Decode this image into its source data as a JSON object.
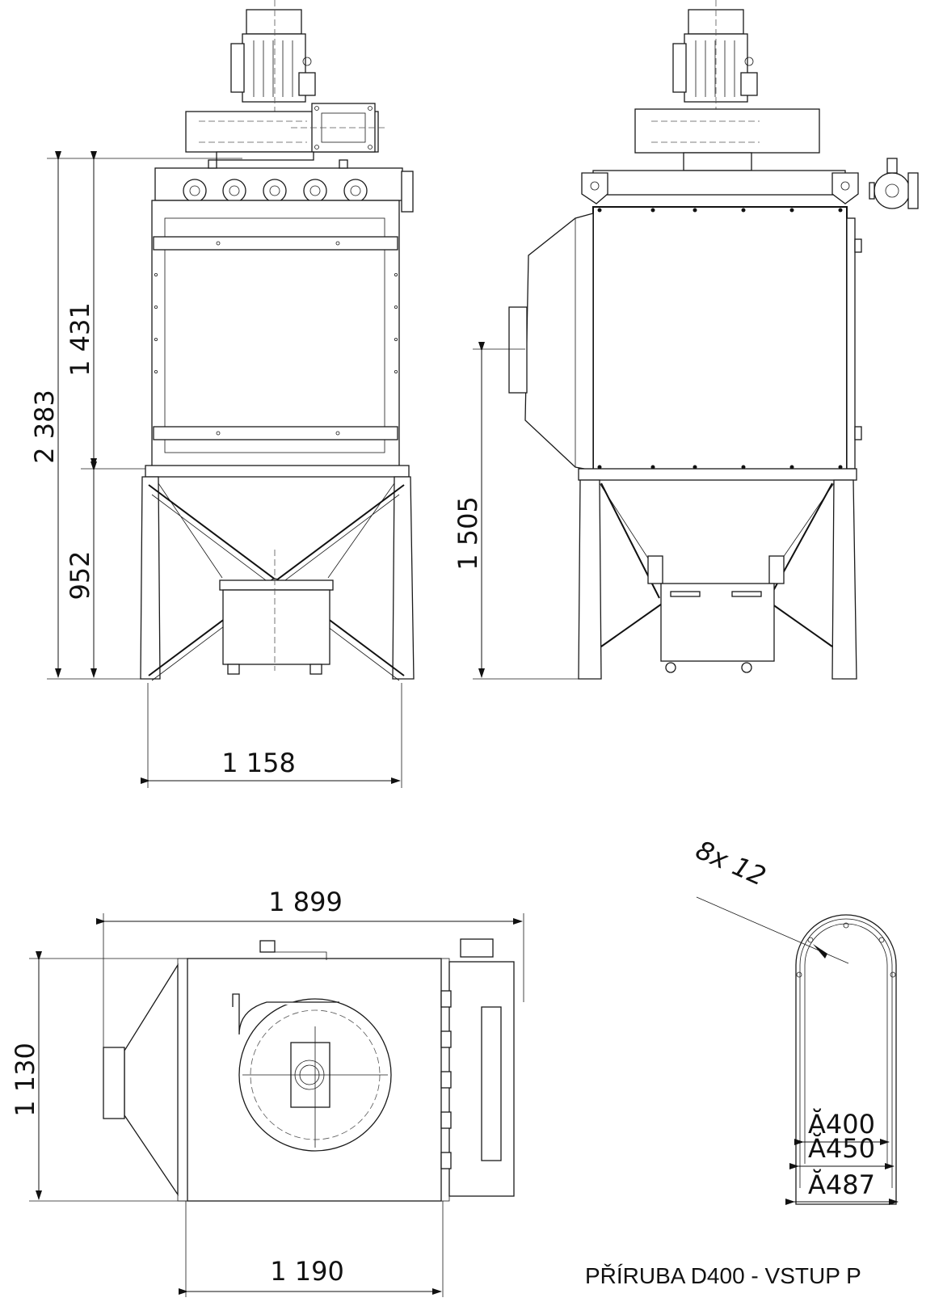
{
  "front_view": {
    "dim_total_height": "2 383",
    "dim_upper_height": "1 431",
    "dim_lower_height": "952",
    "dim_width": "1 158"
  },
  "side_view": {
    "dim_inlet_height": "1 505"
  },
  "top_view": {
    "dim_length": "1 899",
    "dim_depth": "1 130",
    "dim_body_length": "1 190"
  },
  "flange_detail": {
    "holes": "8x 12",
    "d_inner": "Ă400",
    "d_bolt_circle": "Ă450",
    "d_outer": "Ă487",
    "caption": "PŘÍRUBA D400 - VSTUP P"
  }
}
